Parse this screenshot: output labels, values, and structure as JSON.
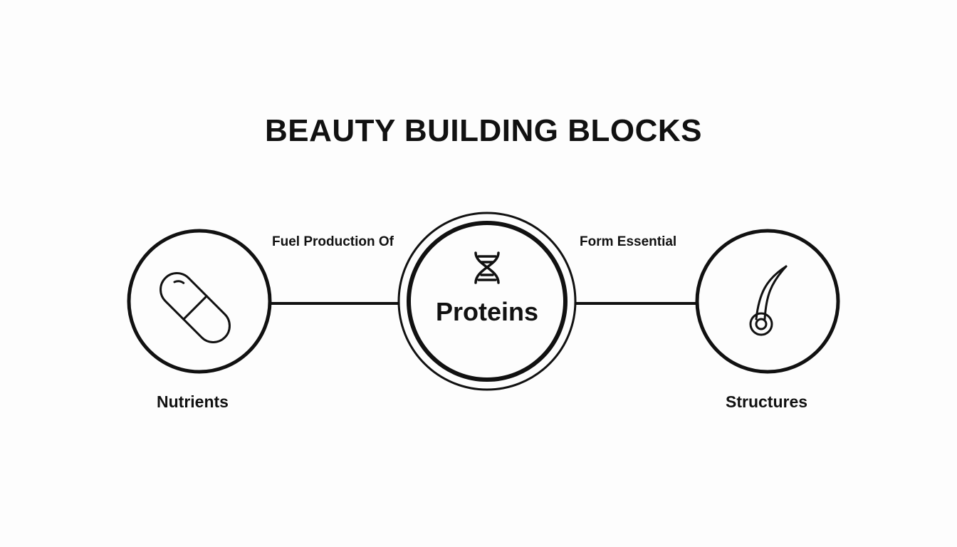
{
  "title": "BEAUTY BUILDING BLOCKS",
  "nodes": {
    "left": {
      "label": "Nutrients",
      "icon": "capsule-icon"
    },
    "center": {
      "label": "Proteins",
      "icon": "dna-icon"
    },
    "right": {
      "label": "Structures",
      "icon": "hair-follicle-icon"
    }
  },
  "edges": {
    "left_center": "Fuel Production Of",
    "center_right": "Form Essential"
  },
  "colors": {
    "stroke": "#111111",
    "background": "#fdfdfd"
  }
}
